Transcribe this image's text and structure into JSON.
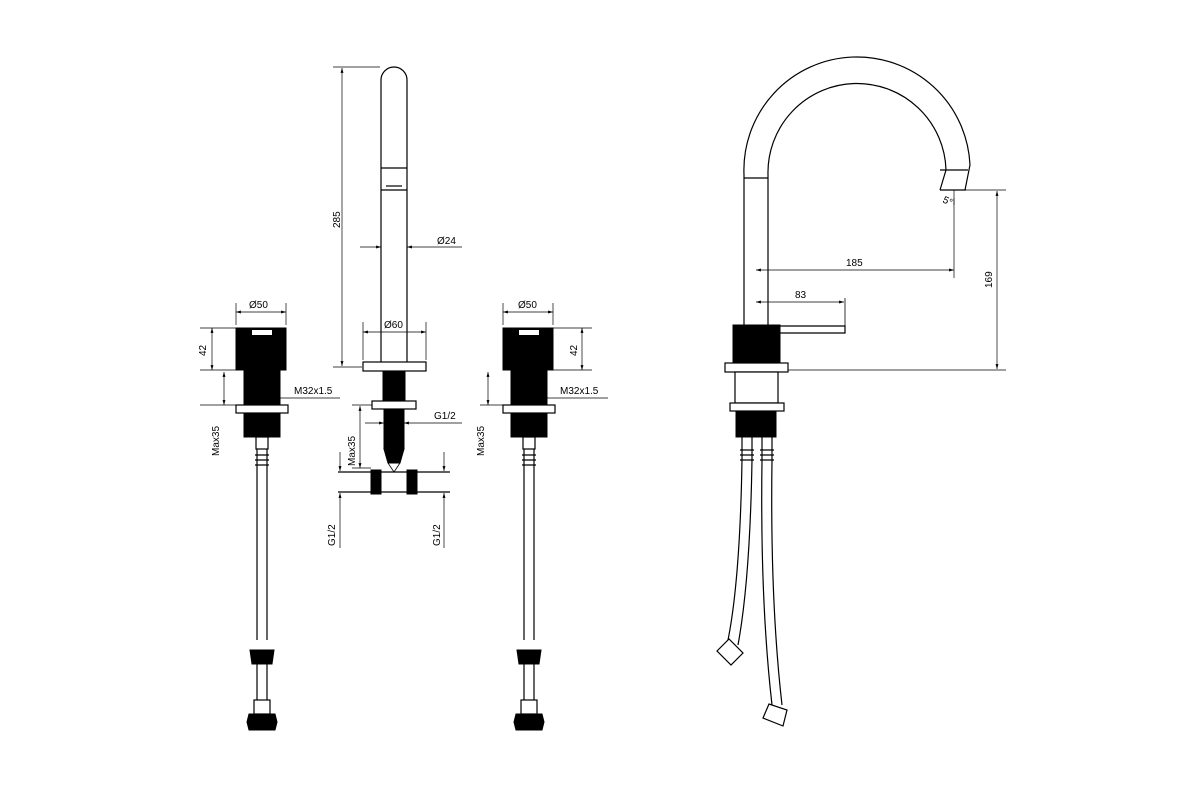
{
  "dimensions": {
    "spout_height": "285",
    "spout_diameter": "Ø24",
    "spout_base_diameter": "Ø60",
    "spout_max35": "Max35",
    "spout_g12_side": "G1/2",
    "tee_g12_left": "G1/2",
    "tee_g12_right": "G1/2",
    "left_handle_diameter": "Ø50",
    "left_handle_height": "42",
    "left_thread": "M32x1.5",
    "left_max35": "Max35",
    "right_handle_diameter": "Ø50",
    "right_handle_height": "42",
    "right_thread": "M32x1.5",
    "right_max35": "Max35",
    "side_angle": "5°",
    "side_reach": "185",
    "side_lever": "83",
    "side_height": "169"
  },
  "colors": {
    "line": "#000000",
    "background": "#ffffff"
  }
}
